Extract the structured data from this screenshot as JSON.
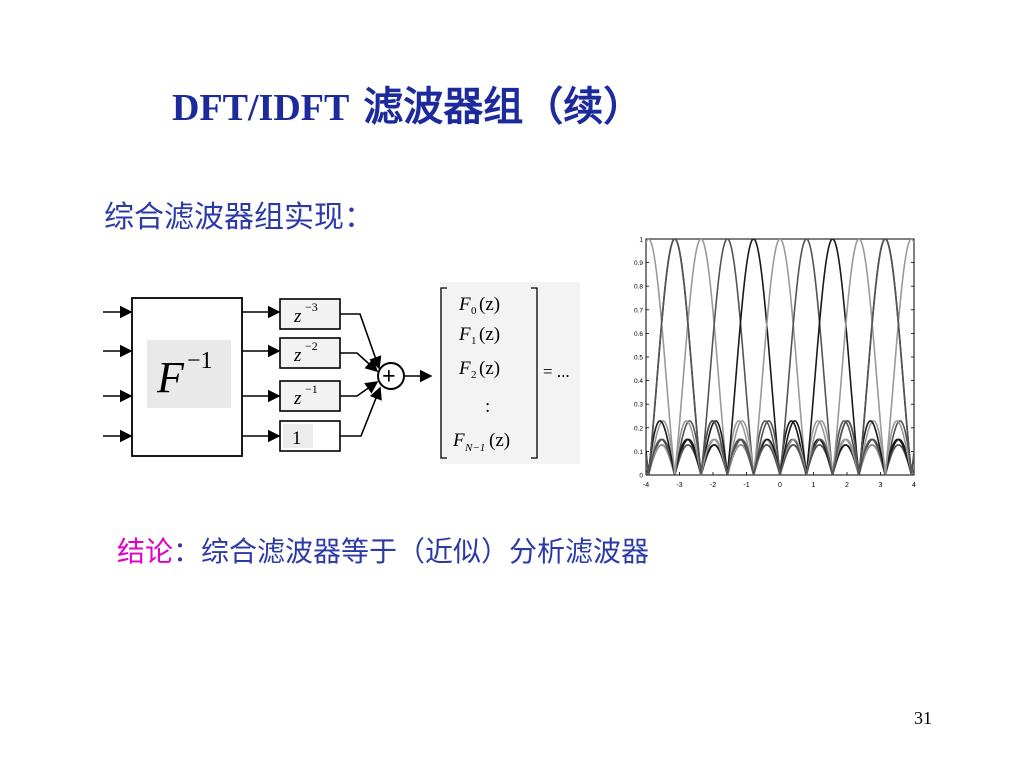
{
  "slide": {
    "title_latin": "DFT/IDFT",
    "title_cjk": "滤波器组（续）",
    "subtitle": "综合滤波器组实现：",
    "conclusion_label": "结论",
    "conclusion_text": "：综合滤波器等于（近似）分析滤波器",
    "page_number": "31"
  },
  "diagram": {
    "block_label": "F",
    "block_exp": "−1",
    "delays": [
      {
        "base": "z",
        "exp": "−3"
      },
      {
        "base": "z",
        "exp": "−2"
      },
      {
        "base": "z",
        "exp": "−1"
      },
      {
        "base": "1",
        "exp": ""
      }
    ],
    "sum_symbol": "+",
    "vector": [
      {
        "name": "F",
        "sub": "0",
        "arg": "(z)"
      },
      {
        "name": "F",
        "sub": "1",
        "arg": "(z)"
      },
      {
        "name": "F",
        "sub": "2",
        "arg": "(z)"
      },
      {
        "name": ":",
        "sub": "",
        "arg": ""
      },
      {
        "name": "F",
        "sub": "N−1",
        "arg": "(z)"
      }
    ],
    "equals": "= ..."
  },
  "chart_data": {
    "type": "line",
    "xlim": [
      -4,
      4
    ],
    "ylim": [
      0,
      1
    ],
    "xticks": [
      "-4",
      "-3",
      "-2",
      "-1",
      "0",
      "1",
      "2",
      "3",
      "4"
    ],
    "yticks": [
      "0",
      "0.1",
      "0.2",
      "0.3",
      "0.4",
      "0.5",
      "0.6",
      "0.7",
      "0.8",
      "0.9",
      "1"
    ],
    "grid": false,
    "center_x": [
      -3.14,
      -2.36,
      -1.57,
      -0.79,
      0,
      0.79,
      1.57,
      2.36,
      3.14
    ],
    "main_lobe_peak": 1.0,
    "sidelobe_peaks": [
      0.22,
      0.2,
      0.18,
      0.16,
      0.13
    ],
    "colors": {
      "dark": "#1a1a1a",
      "mid": "#555555",
      "light": "#9a9a9a"
    }
  }
}
